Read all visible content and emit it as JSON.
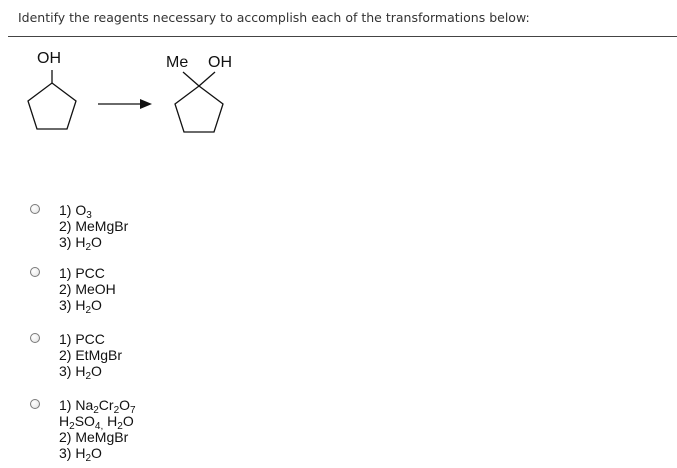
{
  "question": {
    "text": "Identify the reagents necessary to accomplish each of the transformations below:"
  },
  "reaction": {
    "reactant": {
      "label": "OH"
    },
    "product": {
      "label_methyl": "Me",
      "label_hydroxyl": "OH"
    }
  },
  "options": [
    {
      "lines": [
        "1) O<sub>3</sub>",
        "2) MeMgBr",
        "3) H<sub>2</sub>O"
      ]
    },
    {
      "lines": [
        "1) PCC",
        "2) MeOH",
        "3) H<sub>2</sub>O"
      ]
    },
    {
      "lines": [
        "1) PCC",
        "2) EtMgBr",
        "3) H<sub>2</sub>O"
      ]
    },
    {
      "lines": [
        "1) Na<sub>2</sub>Cr<sub>2</sub>O<sub>7</sub>",
        "H<sub>2</sub>SO<sub>4,</sub> H<sub>2</sub>O",
        "2) MeMgBr",
        "3) H<sub>2</sub>O"
      ]
    }
  ],
  "colors": {
    "text": "#222222",
    "rule": "#444444",
    "structure": "#111111"
  }
}
